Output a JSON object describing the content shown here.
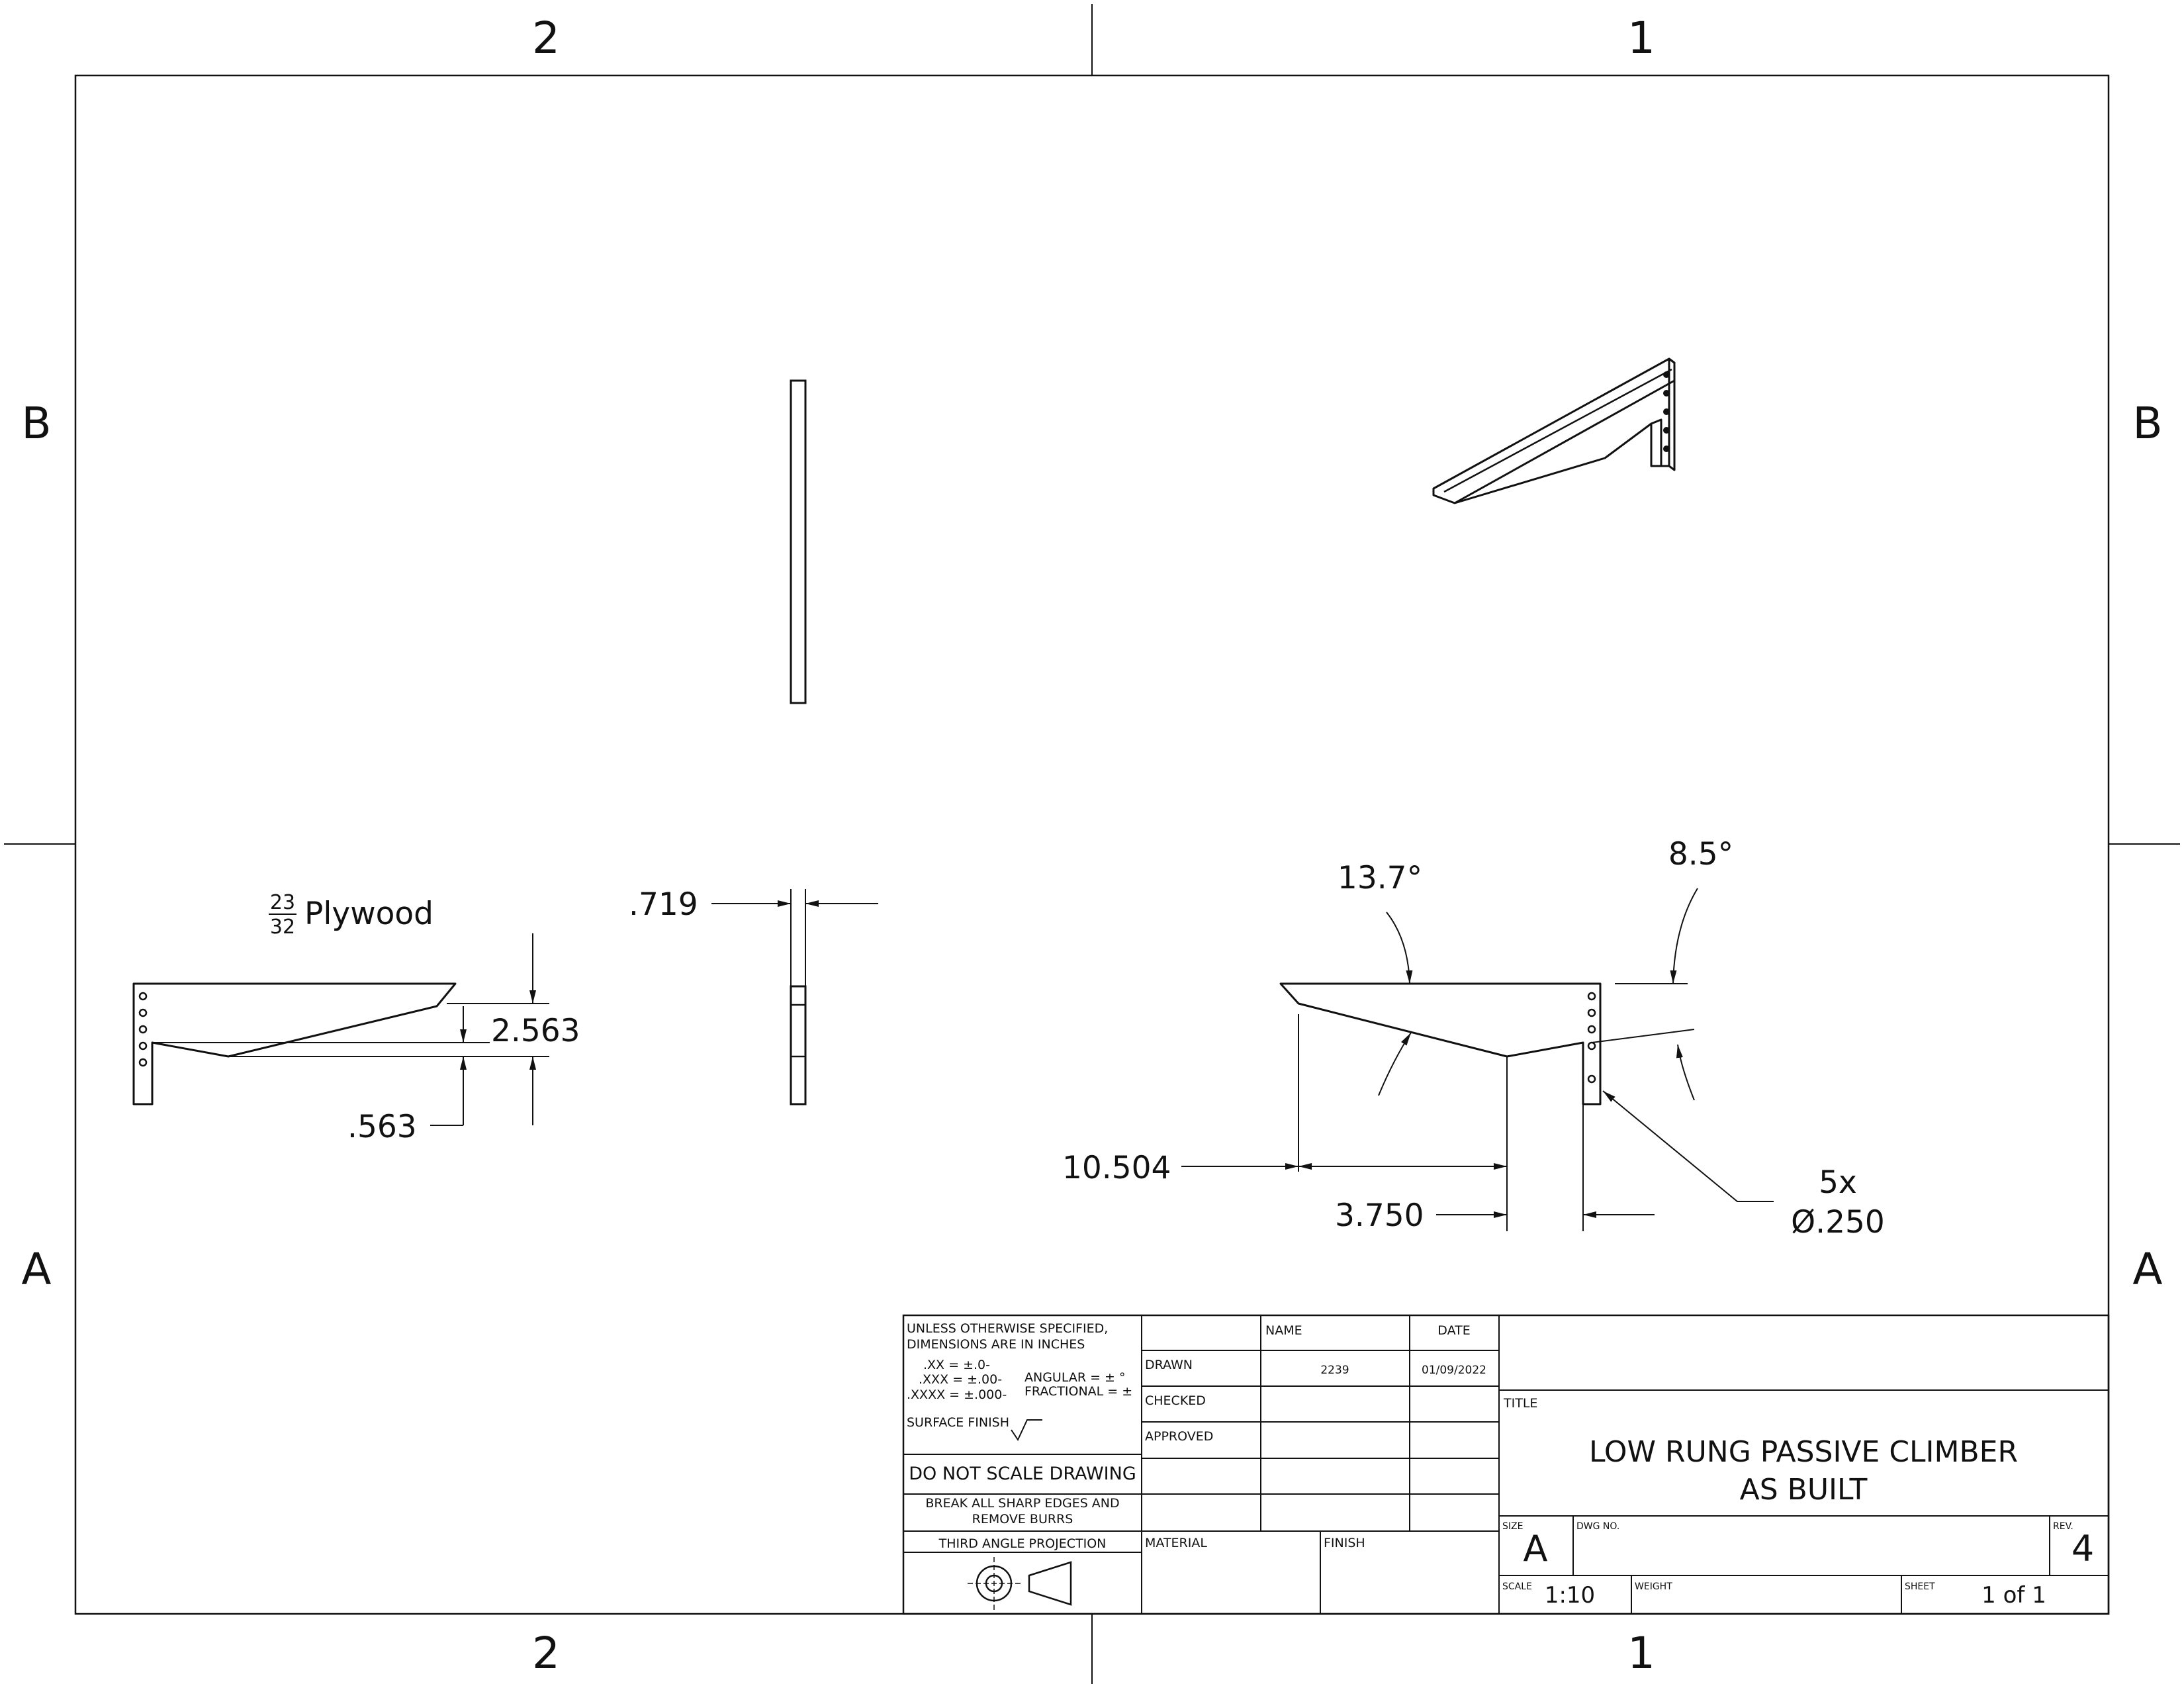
{
  "drawing": {
    "zones": {
      "top": [
        "2",
        "1"
      ],
      "bottom": [
        "2",
        "1"
      ],
      "left": [
        "B",
        "A"
      ],
      "right": [
        "B",
        "A"
      ]
    },
    "dimensions": {
      "material_num": "23",
      "material_den": "32",
      "material": "Plywood",
      "thickness": ".719",
      "height": "2.563",
      "offset": ".563",
      "angle_left": "13.7°",
      "angle_right": "8.5°",
      "length": "10.504",
      "width": "3.750",
      "holes_count": "5x",
      "hole_diameter": "Ø.250"
    }
  },
  "title_block": {
    "tolerances_heading_1": "UNLESS OTHERWISE SPECIFIED,",
    "tolerances_heading_2": "DIMENSIONS ARE IN INCHES",
    "tol_xx": ".XX = ±.0-",
    "tol_xxx": ".XXX = ±.00-",
    "tol_xxxx": ".XXXX = ±.000-",
    "tol_angular": "ANGULAR = ± °",
    "tol_fractional": "FRACTIONAL = ±",
    "surface_finish": "SURFACE FINISH",
    "do_not_scale": "DO NOT SCALE DRAWING",
    "break_edges_1": "BREAK ALL SHARP EDGES AND",
    "break_edges_2": "REMOVE BURRS",
    "projection": "THIRD ANGLE PROJECTION",
    "col_name": "NAME",
    "col_date": "DATE",
    "row_drawn": "DRAWN",
    "row_checked": "CHECKED",
    "row_approved": "APPROVED",
    "drawn_name": "2239",
    "drawn_date": "01/09/2022",
    "material_label": "MATERIAL",
    "finish_label": "FINISH",
    "title_label": "TITLE",
    "title_line_1": "LOW RUNG PASSIVE CLIMBER",
    "title_line_2": "AS BUILT",
    "size_label": "SIZE",
    "size": "A",
    "dwg_no_label": "DWG NO.",
    "rev_label": "REV.",
    "rev": "4",
    "scale_label": "SCALE",
    "scale": "1:10",
    "weight_label": "WEIGHT",
    "sheet_label": "SHEET",
    "sheet": "1 of 1"
  }
}
